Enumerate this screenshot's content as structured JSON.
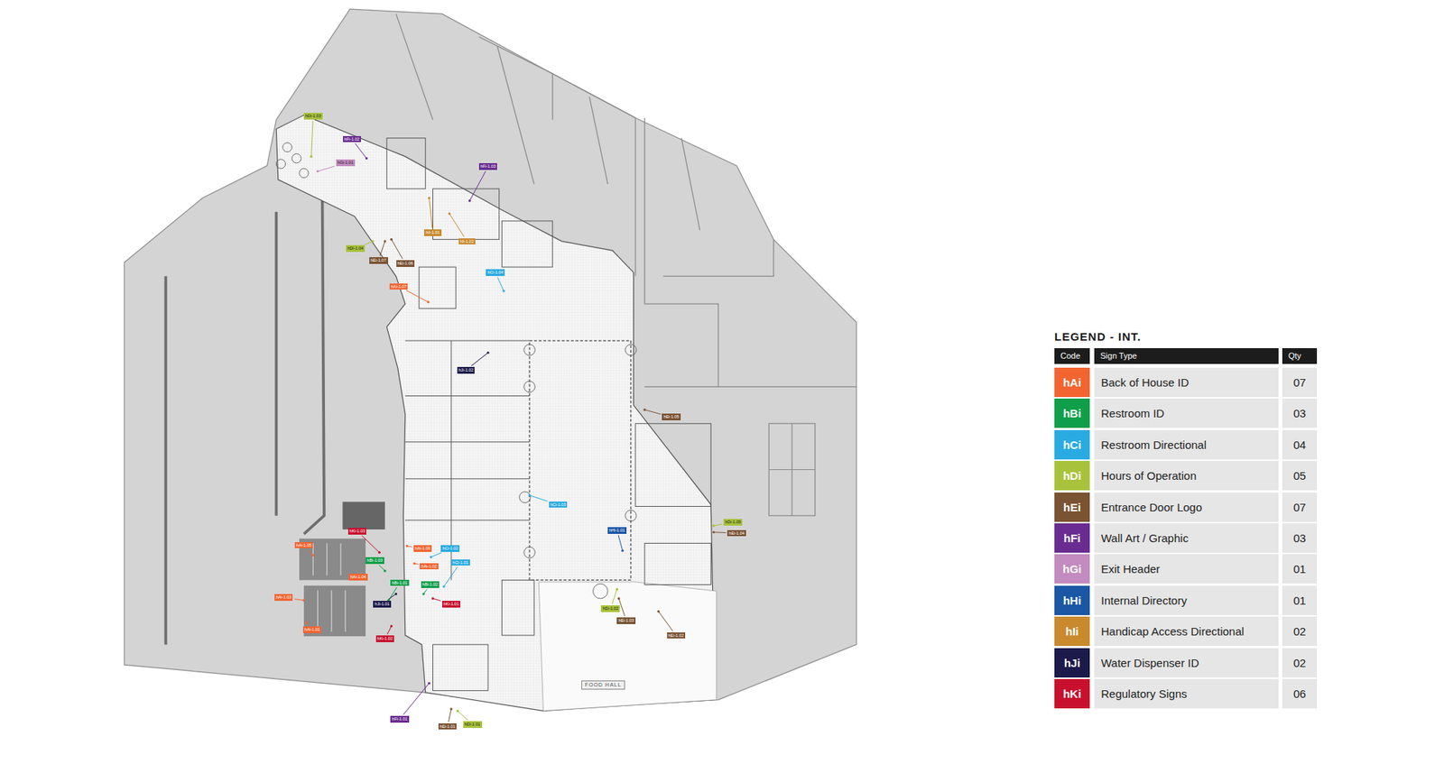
{
  "diagram": {
    "title": "LEGEND - INT.",
    "nodes": [
      {
        "text": [
          "hDi-1.03"
        ]
      },
      {
        "text": [
          "hFi-1.02"
        ]
      },
      {
        "text": [
          "hGi-1.01"
        ]
      },
      {
        "text": [
          "hFi-1.03"
        ]
      },
      {
        "text": [
          "hIi-1.01"
        ]
      },
      {
        "text": [
          "hIi-1.02"
        ]
      },
      {
        "text": [
          "hDi-1.04"
        ]
      },
      {
        "text": [
          "hEi-1.07"
        ]
      },
      {
        "text": [
          "hEi-1.06"
        ]
      },
      {
        "text": [
          "hCi-1.04"
        ]
      },
      {
        "text": [
          "hAi-1.07"
        ]
      },
      {
        "text": [
          "hJi-1.02"
        ]
      },
      {
        "text": [
          "hEi-1.05"
        ]
      },
      {
        "text": [
          "hCi-1.03"
        ]
      },
      {
        "text": [
          "hHi-1.01"
        ]
      },
      {
        "text": [
          "hDi-1.05"
        ]
      },
      {
        "text": [
          "hEi-1.04"
        ]
      },
      {
        "text": [
          "hKi-1.03"
        ]
      },
      {
        "text": [
          "hAi-1.05"
        ]
      },
      {
        "text": [
          "hAi-1.06"
        ]
      },
      {
        "text": [
          "hCi-1.02"
        ]
      },
      {
        "text": [
          "hBi-1.03"
        ]
      },
      {
        "text": [
          "hAi-1.02"
        ]
      },
      {
        "text": [
          "hCi-1.01"
        ]
      },
      {
        "text": [
          "hAi-1.04"
        ]
      },
      {
        "text": [
          "hBi-1.01"
        ]
      },
      {
        "text": [
          "hBi-1.02"
        ]
      },
      {
        "text": [
          "hAi-1.03"
        ]
      },
      {
        "text": [
          "hJi-1.01"
        ]
      },
      {
        "text": [
          "hKi-1.01"
        ]
      },
      {
        "text": [
          "hDi-1.02"
        ]
      },
      {
        "text": [
          "hEi-1.03"
        ]
      },
      {
        "text": [
          "hEi-1.02"
        ]
      },
      {
        "text": [
          "hAi-1.01"
        ]
      },
      {
        "text": [
          "hKi-1.02"
        ]
      },
      {
        "text": [
          "hFi-1.01"
        ]
      },
      {
        "text": [
          "hEi-1.01"
        ]
      },
      {
        "text": [
          "hDi-1.01"
        ]
      },
      {
        "text": [
          "FOOD HALL"
        ]
      }
    ],
    "labels": [
      "Code",
      "Sign Type",
      "Qty",
      "hAi",
      "07",
      "hBi",
      "03",
      "hCi",
      "04",
      "hDi",
      "05",
      "hEi",
      "07",
      "hFi",
      "03",
      "hGi",
      "01",
      "hHi",
      "01",
      "hIi",
      "02",
      "hJi",
      "02",
      "hKi",
      "06"
    ],
    "legend": [
      {
        "text": "Back of House ID",
        "color": "#f26531"
      },
      {
        "text": "Restroom ID",
        "color": "#0f9f4a"
      },
      {
        "text": "Restroom Directional",
        "color": "#29abe2"
      },
      {
        "text": "Hours of Operation",
        "color": "#a8c23c"
      },
      {
        "text": "Entrance Door Logo",
        "color": "#7a5333"
      },
      {
        "text": "Wall Art / Graphic",
        "color": "#6a2c91"
      },
      {
        "text": "Exit Header",
        "color": "#c38bbf"
      },
      {
        "text": "Internal Directory",
        "color": "#1c57a5"
      },
      {
        "text": "Handicap Access Directional",
        "color": "#c98a2e"
      },
      {
        "text": "Water Dispenser ID",
        "color": "#1b1a4b"
      },
      {
        "text": "Regulatory Signs",
        "color": "#c8102e"
      }
    ]
  }
}
